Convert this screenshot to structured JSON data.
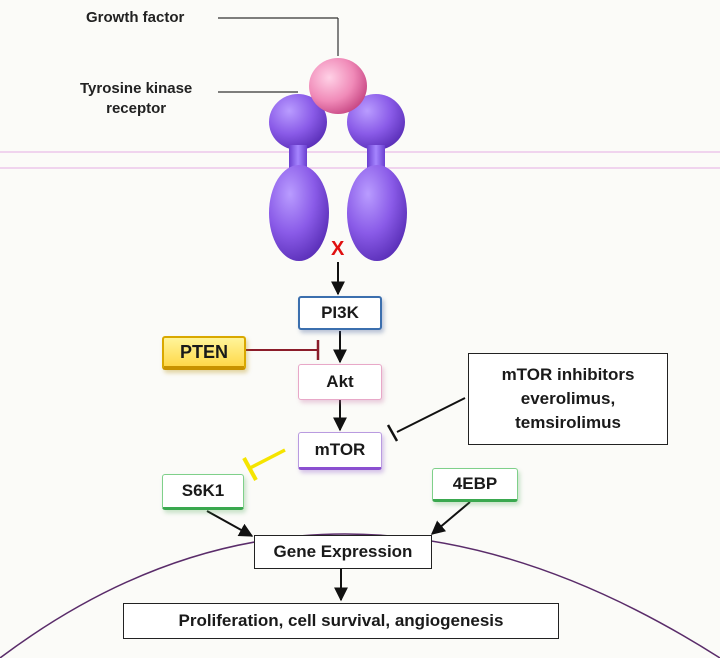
{
  "labels": {
    "growth_factor": "Growth factor",
    "receptor_line1": "Tyrosine kinase",
    "receptor_line2": "receptor"
  },
  "nodes": {
    "pi3k": "PI3K",
    "pten": "PTEN",
    "akt": "Akt",
    "mtor": "mTOR",
    "s6k1": "S6K1",
    "fourebp": "4EBP",
    "gene_expression": "Gene Expression",
    "outcome": "Proliferation, cell survival, angiogenesis"
  },
  "inhibitors": {
    "line1": "mTOR inhibitors",
    "line2": "everolimus,",
    "line3": "temsirolimus"
  },
  "blocked_marker": "X",
  "colors": {
    "growth_factor": "#f08ab8",
    "receptor": "#8a5be8",
    "membrane": "#e8c8e8",
    "pten_inhibition": "#8b1c2a",
    "mtor_to_s6k1": "#f5e400",
    "inhibitor_line": "#111111",
    "marker": "#e01010"
  }
}
